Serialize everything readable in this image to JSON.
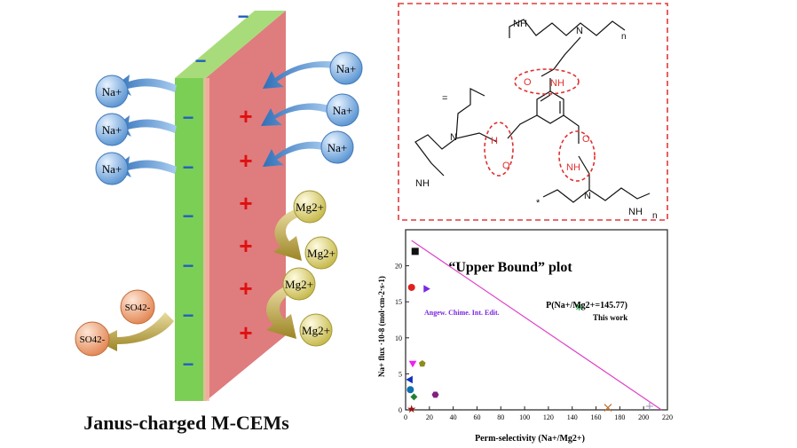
{
  "membrane": {
    "caption": "Janus-charged M-CEMs",
    "negative_sign": "−",
    "positive_sign": "+",
    "colors": {
      "negative_layer": "#7ccf55",
      "positive_layer": "#e07a7c",
      "arrow_blue": "#4c8fd6",
      "arrow_gold": "#c9a93a"
    }
  },
  "ions": {
    "na_left": [
      "Na+",
      "Na+",
      "Na+"
    ],
    "na_right": [
      "Na+",
      "Na+",
      "Na+"
    ],
    "mg": [
      "Mg2+",
      "Mg2+",
      "Mg2+",
      "Mg2+"
    ],
    "so4": [
      "SO42-",
      "SO42-"
    ],
    "colors": {
      "na": "#7fb2e0",
      "mg": "#e8df8c",
      "so4": "#f0a070"
    }
  },
  "structure": {
    "labels": {
      "nh_top": "NH",
      "n_top": "N",
      "n_subscript_top": "n",
      "o_top": "O",
      "nh_top_amide": "NH",
      "h_left": "H",
      "o_left": "O",
      "n_left": "N",
      "nh_left": "NH",
      "o_right": "O",
      "nh_right": "NH",
      "n_bottom": "N",
      "nh_bottom": "NH",
      "n_subscript_bottom": "n",
      "star": "*",
      "equals": "="
    },
    "highlight_color": "#e03030"
  },
  "chart_data": {
    "type": "scatter",
    "title": "“Upper Bound” plot",
    "xlabel": "Perm-selectivity (Na+/Mg2+)",
    "ylabel": "Na+ flux ·10-8 (mol·cm-2·s-1)",
    "xlim": [
      0,
      220
    ],
    "ylim": [
      0,
      25
    ],
    "x_ticks": [
      0,
      20,
      40,
      60,
      80,
      100,
      120,
      140,
      160,
      180,
      200,
      220
    ],
    "y_ticks": [
      0,
      5,
      10,
      15,
      20
    ],
    "annotations": {
      "this_work_value": "P(Na+/Mg2+=145.77)",
      "this_work": "This work",
      "journal": "Angew. Chime. Int. Edit."
    },
    "upper_bound_line": {
      "x": [
        5,
        215
      ],
      "y": [
        23.5,
        0
      ],
      "color": "#e040c8"
    },
    "points": [
      {
        "x": 8,
        "y": 22,
        "marker": "square",
        "color": "#111111"
      },
      {
        "x": 5,
        "y": 17,
        "marker": "circle",
        "color": "#e02020"
      },
      {
        "x": 17,
        "y": 16.8,
        "marker": "triangle-right",
        "color": "#7a28e0"
      },
      {
        "x": 145.77,
        "y": 14.3,
        "marker": "asterisk",
        "color": "#20a040"
      },
      {
        "x": 6,
        "y": 6.5,
        "marker": "triangle-down",
        "color": "#f020f0"
      },
      {
        "x": 14,
        "y": 6.4,
        "marker": "pentagon",
        "color": "#8c8c20"
      },
      {
        "x": 4,
        "y": 4.2,
        "marker": "triangle-left",
        "color": "#1030c0"
      },
      {
        "x": 4,
        "y": 2.8,
        "marker": "circle",
        "color": "#1070b0"
      },
      {
        "x": 7,
        "y": 1.8,
        "marker": "diamond",
        "color": "#208030"
      },
      {
        "x": 25,
        "y": 2.1,
        "marker": "hexagon",
        "color": "#802080"
      },
      {
        "x": 5,
        "y": 0.1,
        "marker": "star",
        "color": "#a01010"
      },
      {
        "x": 170,
        "y": 0.3,
        "marker": "x",
        "color": "#c07030"
      },
      {
        "x": 205,
        "y": 0.5,
        "marker": "plus",
        "color": "#a0a0c0"
      }
    ]
  }
}
